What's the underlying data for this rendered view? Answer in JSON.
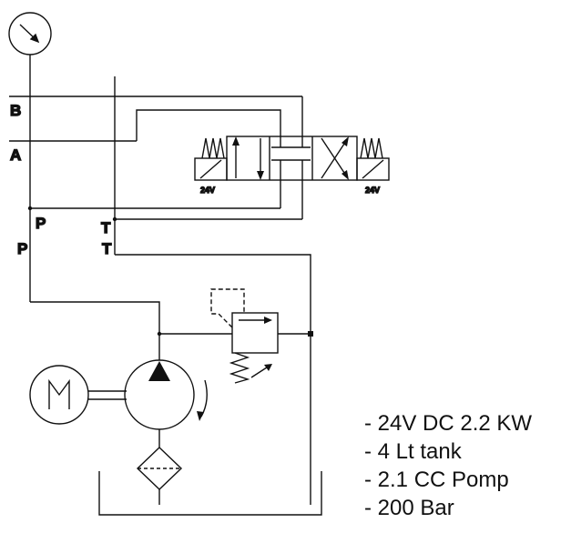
{
  "ports": {
    "b": "B",
    "a": "A",
    "p_top": "P",
    "t_top": "T",
    "p_bottom": "P",
    "t_bottom": "T"
  },
  "solenoids": {
    "left_voltage": "24V",
    "right_voltage": "24V"
  },
  "specs": [
    "- 24V DC 2.2 KW",
    "- 4 Lt tank",
    "- 2.1 CC Pomp",
    "- 200 Bar"
  ]
}
